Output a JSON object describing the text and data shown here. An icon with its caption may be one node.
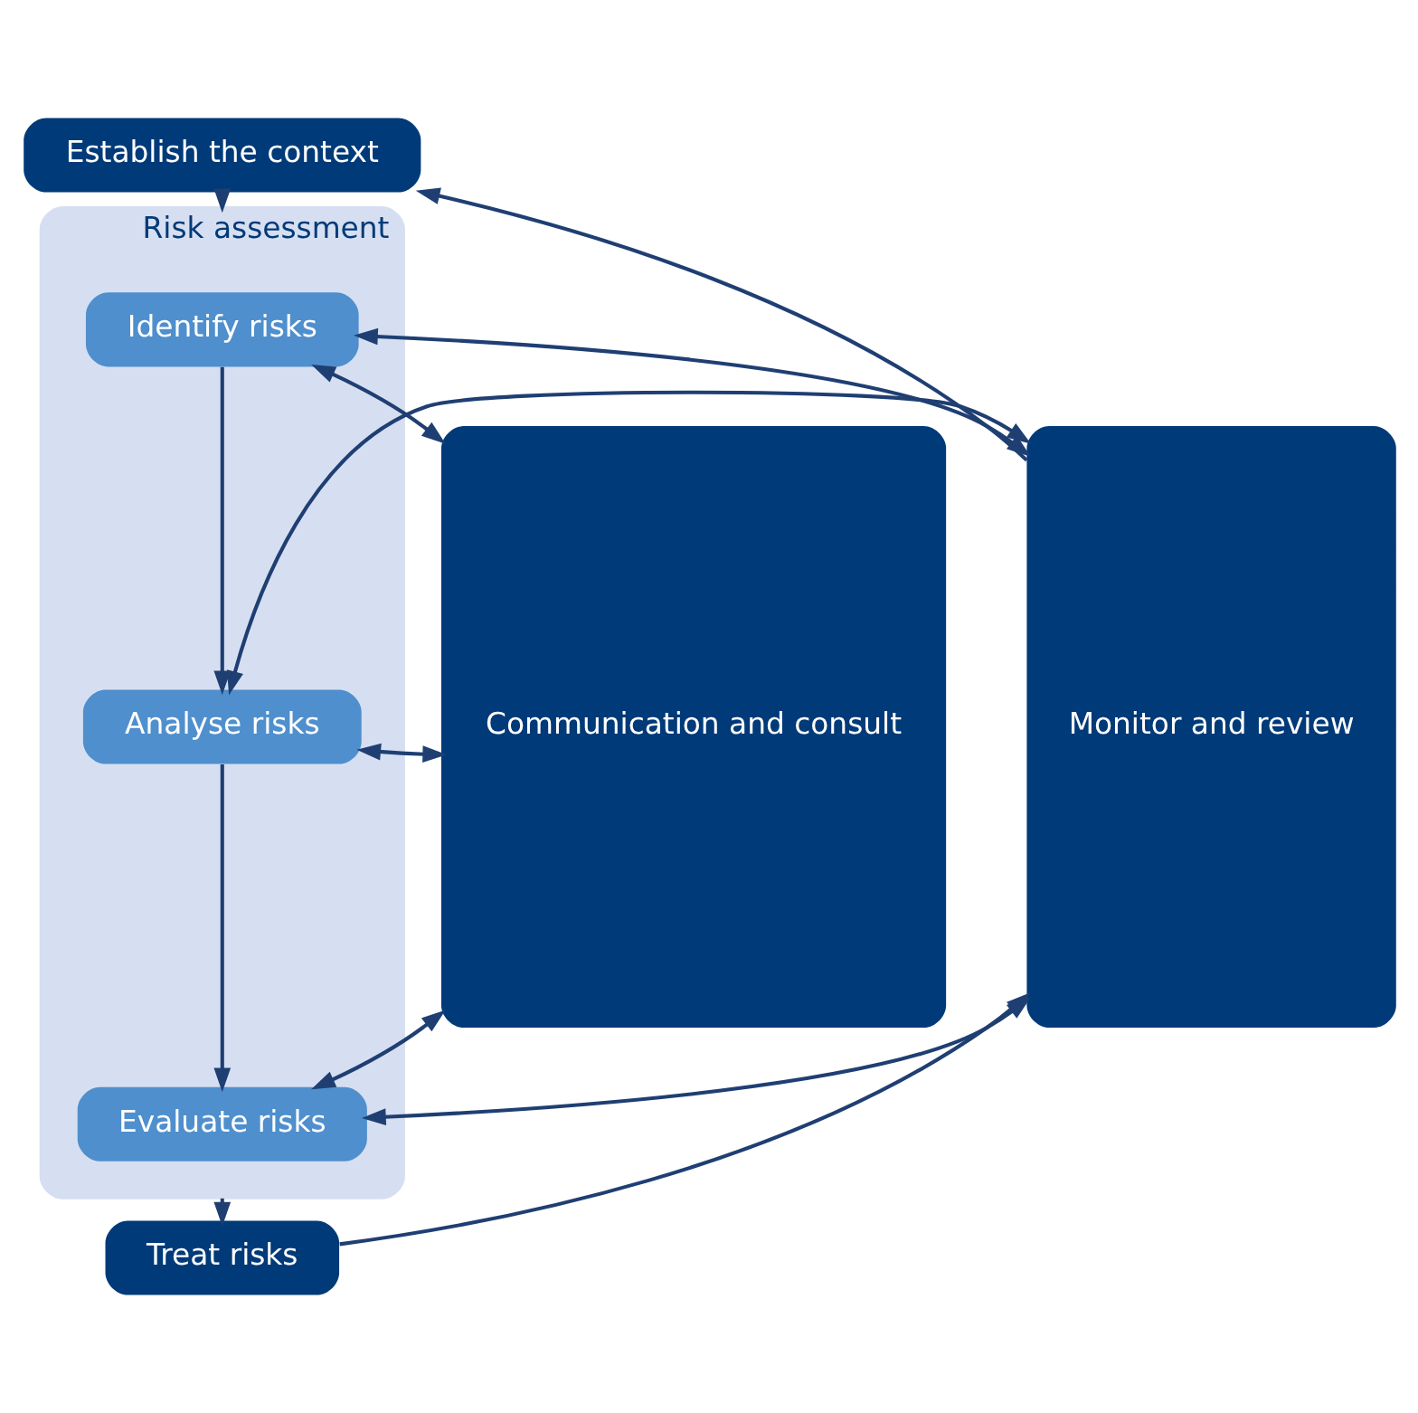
{
  "diagram": {
    "nodes": [
      {
        "text": [
          "Communication and consult"
        ]
      },
      {
        "text": [
          "Establish the context"
        ]
      },
      {
        "text": [
          "Risk assessment"
        ]
      },
      {
        "text": [
          "Identify risks"
        ],
        "in": 2
      },
      {
        "text": [
          "Analyse risks"
        ],
        "in": 2
      },
      {
        "text": [
          "Evaluate risks"
        ],
        "in": 2
      },
      {
        "text": [
          "Treat risks"
        ]
      },
      {
        "text": [
          "Monitor and review"
        ]
      }
    ],
    "edges": [
      {
        "from": 1,
        "to": 2,
        "arrow": "to"
      },
      {
        "from": 3,
        "to": 4,
        "arrow": "to"
      },
      {
        "from": 4,
        "to": 5,
        "arrow": "to"
      },
      {
        "from": 2,
        "to": 6,
        "arrow": "to"
      },
      {
        "from": 6,
        "to": 7,
        "arrow": "to"
      },
      {
        "from": 7,
        "to": 1,
        "arrow": "to"
      },
      {
        "from": 0,
        "to": 3,
        "arrow": "both"
      },
      {
        "from": 0,
        "to": 4,
        "arrow": "both"
      },
      {
        "from": 0,
        "to": 5,
        "arrow": "both"
      },
      {
        "from": 3,
        "to": 7,
        "arrow": "both"
      },
      {
        "from": 4,
        "to": 7,
        "arrow": "both"
      },
      {
        "from": 5,
        "to": 7,
        "arrow": "both"
      }
    ]
  }
}
